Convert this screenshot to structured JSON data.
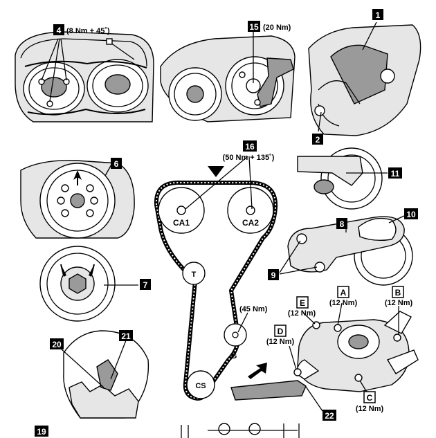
{
  "callouts": {
    "c1": "1",
    "c2": "2",
    "c4": "4",
    "c6": "6",
    "c7": "7",
    "c8": "8",
    "c9": "9",
    "c10": "10",
    "c11": "11",
    "c15": "15",
    "c16": "16",
    "c19": "19",
    "c20": "20",
    "c21": "21",
    "c22": "22"
  },
  "torques": {
    "t4": "(8 Nm + 45˚)",
    "t15": "(20 Nm)",
    "t16": "(50 Nm + 135˚)",
    "tG": "(45 Nm)",
    "tA": "(12 Nm)",
    "tB": "(12 Nm)",
    "tC": "(12 Nm)",
    "tD": "(12 Nm)",
    "tE": "(12 Nm)"
  },
  "letters": {
    "A": "A",
    "B": "B",
    "C": "C",
    "D": "D",
    "E": "E"
  },
  "pulleys": {
    "ca1": "CA1",
    "ca2": "CA2",
    "t": "T",
    "g": "G",
    "cs": "CS"
  }
}
